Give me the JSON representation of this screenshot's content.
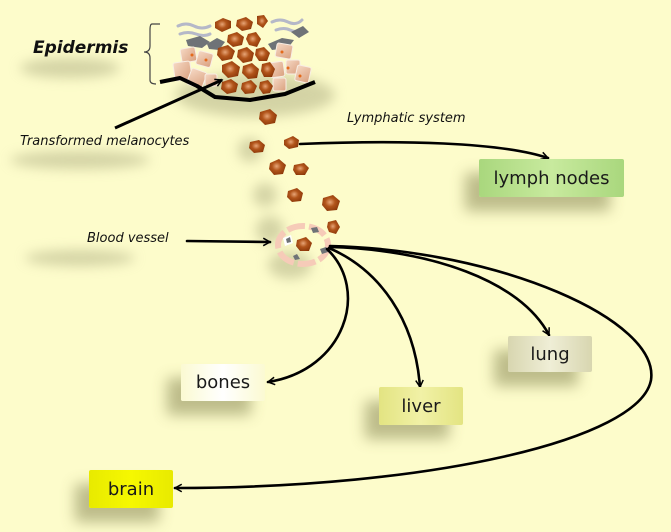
{
  "labels": {
    "epidermis": "Epidermis",
    "transformed_melanocytes": "Transformed melanocytes",
    "lymphatic_system": "Lymphatic system",
    "blood_vessel": "Blood vessel"
  },
  "organs": [
    {
      "key": "lymph_nodes",
      "label": "lymph nodes",
      "color": "#a9d77d",
      "color_light": "#c8ea9e"
    },
    {
      "key": "lung",
      "label": "lung",
      "color": "#d8d6b0",
      "color_light": "#efeed6"
    },
    {
      "key": "bones",
      "label": "bones",
      "color": "#fbfad2",
      "color_light": "#ffffff"
    },
    {
      "key": "liver",
      "label": "liver",
      "color": "#e3e482",
      "color_light": "#f1f1a6"
    },
    {
      "key": "brain",
      "label": "brain",
      "color": "#e8ea00",
      "color_light": "#f6f800"
    }
  ],
  "colors": {
    "background": "#fdfccb",
    "cell_brown": "#a0440f",
    "cell_highlight": "#d98a55",
    "skin_cell": "#e8b99a",
    "arrow": "#000000"
  }
}
